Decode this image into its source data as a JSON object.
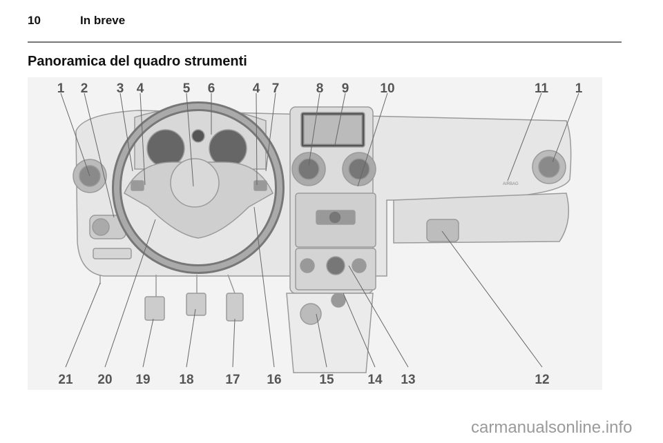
{
  "header": {
    "page_number": "10",
    "chapter": "In breve"
  },
  "section_title": "Panoramica del quadro strumenti",
  "figure": {
    "top_callouts": [
      "1",
      "2",
      "3",
      "4",
      "5",
      "6",
      "4",
      "7",
      "8",
      "9",
      "10",
      "11",
      "1"
    ],
    "bottom_callouts": [
      "21",
      "20",
      "19",
      "18",
      "17",
      "16",
      "15",
      "14",
      "13",
      "12"
    ],
    "airbag_label": "AIRBAG"
  },
  "watermark": "carmanualsonline.info"
}
